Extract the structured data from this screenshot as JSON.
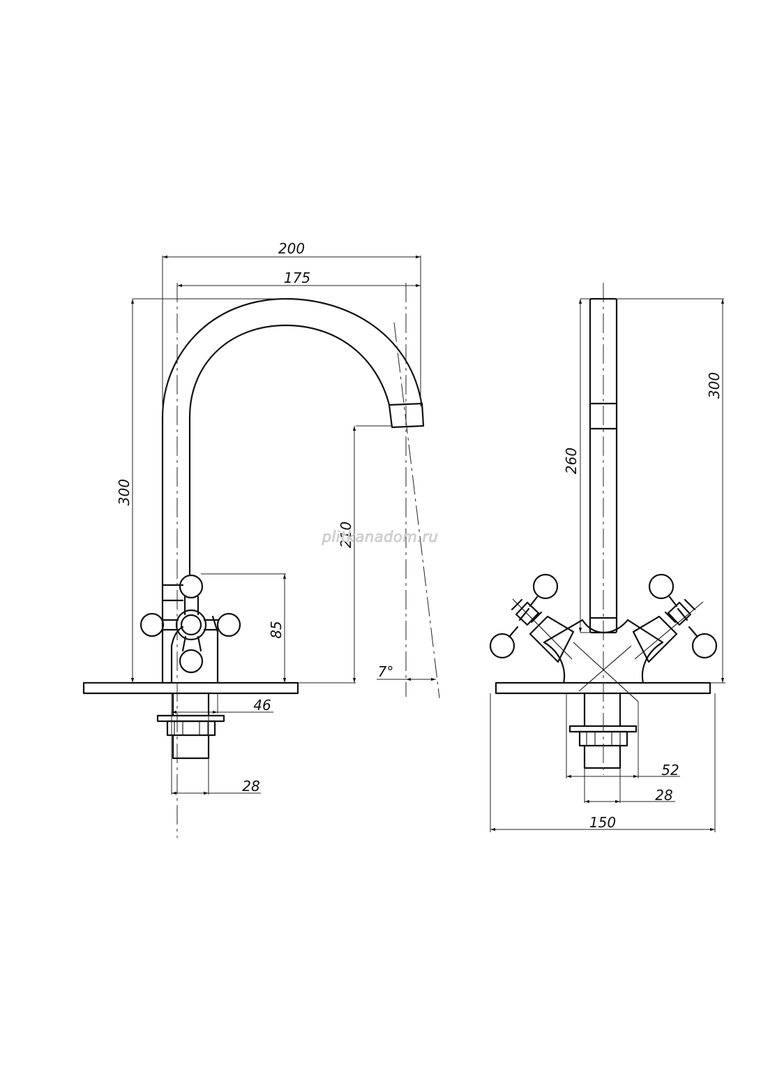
{
  "watermark": "plitkanadom.ru",
  "side_view": {
    "dim_width_overall": "200",
    "dim_reach": "175",
    "dim_height_overall": "300",
    "dim_spout_height": "210",
    "dim_handle_height": "85",
    "dim_body_width": "46",
    "dim_shank_diameter": "28",
    "dim_angle": "7°"
  },
  "front_view": {
    "dim_height_overall": "300",
    "dim_spout_tube": "260",
    "dim_body_base": "52",
    "dim_shank_diameter": "28",
    "dim_base_width": "150"
  }
}
